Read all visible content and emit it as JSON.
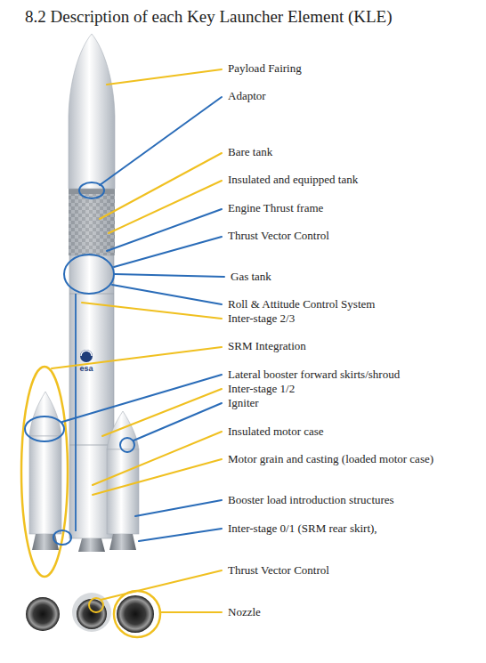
{
  "diagram": {
    "title": "8.2 Description of each Key Launcher Element (KLE)",
    "labels": [
      "Payload Fairing",
      "Adaptor",
      "Bare tank",
      "Insulated and equipped tank",
      "Engine Thrust frame",
      "Thrust Vector Control",
      "Gas tank",
      "Roll & Attitude Control System",
      "Inter-stage 2/3",
      "SRM Integration",
      "Lateral booster forward skirts/shroud",
      "Inter-stage 1/2",
      "Igniter",
      "Insulated motor case",
      "Motor grain and casting (loaded motor case)",
      "Booster load introduction structures",
      "Inter-stage 0/1 (SRM rear skirt),",
      "Thrust Vector Control",
      "Nozzle",
      "esa"
    ]
  }
}
